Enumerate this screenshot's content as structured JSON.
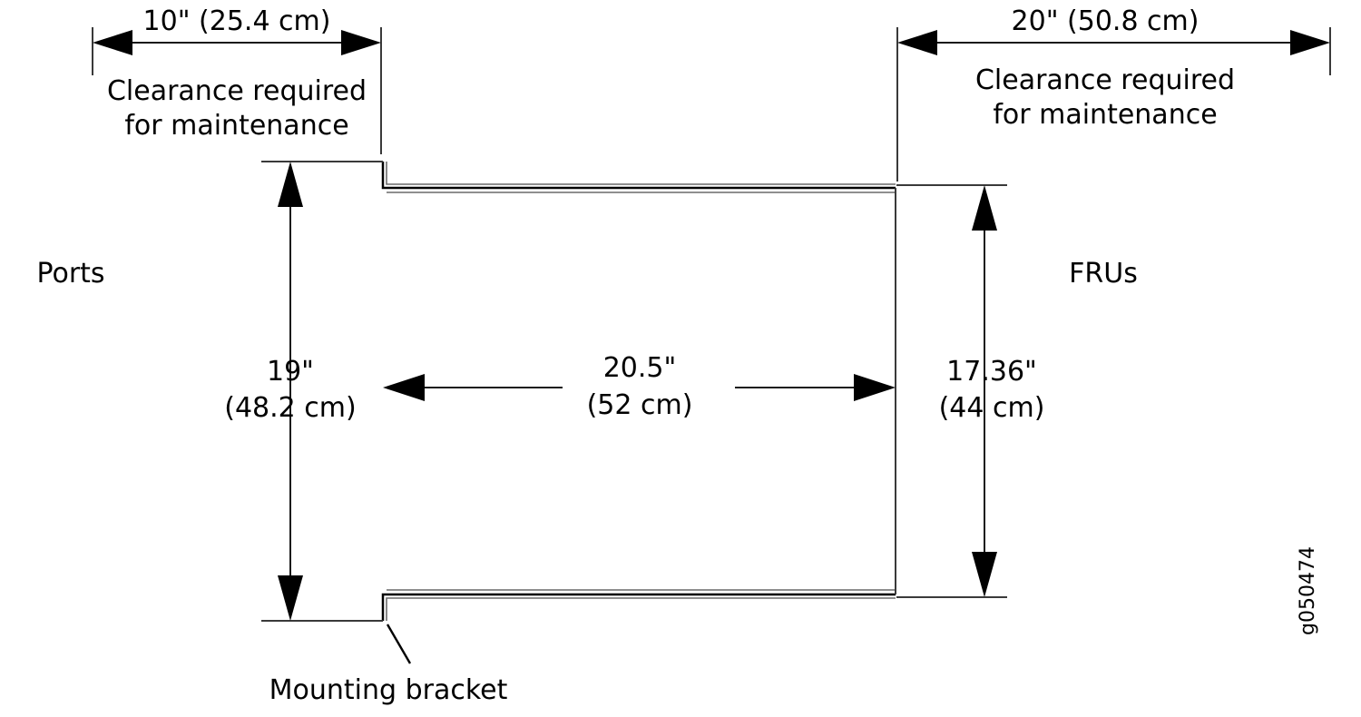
{
  "figure": {
    "id_label": "g050474",
    "title_alt": "Chassis clearance and dimensions diagram"
  },
  "clearance_left": {
    "dimension": "10\" (25.4 cm)",
    "note_line1": "Clearance required",
    "note_line2": "for maintenance"
  },
  "clearance_right": {
    "dimension": "20\" (50.8 cm)",
    "note_line1": "Clearance required",
    "note_line2": "for maintenance"
  },
  "side_labels": {
    "left": "Ports",
    "right": "FRUs"
  },
  "dimensions": {
    "height_outer_line1": "19\"",
    "height_outer_line2": "(48.2 cm)",
    "depth_line1": "20.5\"",
    "depth_line2": "(52 cm)",
    "height_inner_line1": "17.36\"",
    "height_inner_line2": "(44 cm)"
  },
  "callouts": {
    "mounting_bracket": "Mounting bracket"
  },
  "colors": {
    "ink": "#000000",
    "extension_line": "#3a3a3a",
    "chassis_soft": "#6a6a6a",
    "background": "#ffffff"
  }
}
